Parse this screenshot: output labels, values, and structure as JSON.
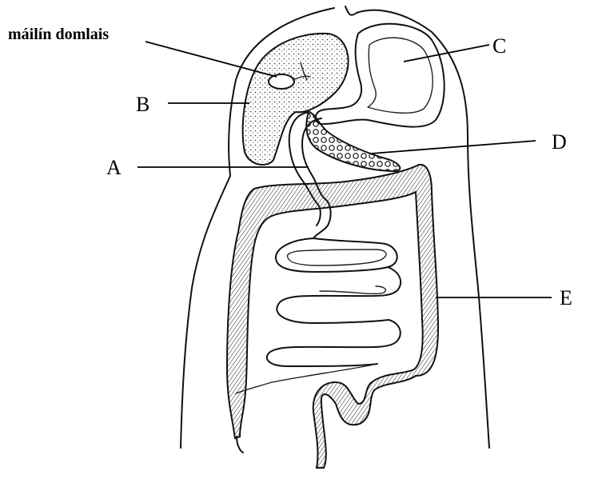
{
  "labels": {
    "gallbladder": "máilín domlais",
    "A": "A",
    "B": "B",
    "C": "C",
    "D": "D",
    "E": "E"
  },
  "colors": {
    "ink": "#111111",
    "background": "#ffffff"
  }
}
